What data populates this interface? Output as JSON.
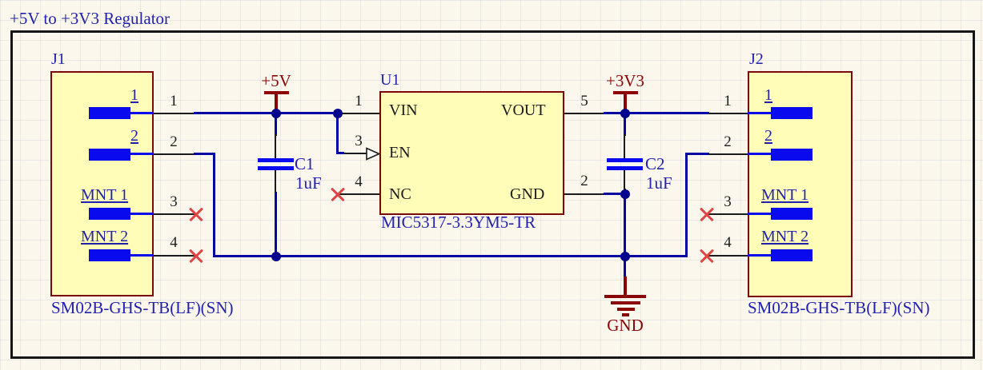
{
  "title": "+5V to +3V3 Regulator",
  "connectors": {
    "j1": {
      "designator": "J1",
      "part_number": "SM02B-GHS-TB(LF)(SN)",
      "pins": [
        {
          "name": "1",
          "number": "1"
        },
        {
          "name": "2",
          "number": "2"
        },
        {
          "name": "MNT 1",
          "number": "3"
        },
        {
          "name": "MNT 2",
          "number": "4"
        }
      ]
    },
    "j2": {
      "designator": "J2",
      "part_number": "SM02B-GHS-TB(LF)(SN)",
      "pins": [
        {
          "name": "1",
          "number": "1"
        },
        {
          "name": "2",
          "number": "2"
        },
        {
          "name": "MNT 1",
          "number": "3"
        },
        {
          "name": "MNT 2",
          "number": "4"
        }
      ]
    }
  },
  "regulator": {
    "designator": "U1",
    "part_number": "MIC5317-3.3YM5-TR",
    "pins": [
      {
        "name": "VIN",
        "number": "1"
      },
      {
        "name": "EN",
        "number": "3"
      },
      {
        "name": "NC",
        "number": "4"
      },
      {
        "name": "VOUT",
        "number": "5"
      },
      {
        "name": "GND",
        "number": "2"
      }
    ]
  },
  "capacitors": {
    "c1": {
      "designator": "C1",
      "value": "1uF"
    },
    "c2": {
      "designator": "C2",
      "value": "1uF"
    }
  },
  "power_ports": {
    "p5v": "+5V",
    "p3v3": "+3V3",
    "gnd": "GND"
  },
  "colors": {
    "background": "#fbf7ec",
    "wire_blue": "#0505a2",
    "pad_blue": "#0a0aee",
    "component_fill": "#fffdb8",
    "component_border": "#7d0808",
    "power_dark_red": "#8b0404",
    "text_blue": "#2222ac",
    "pin_black": "#1b1b1b",
    "no_connect_red": "#e04545"
  }
}
